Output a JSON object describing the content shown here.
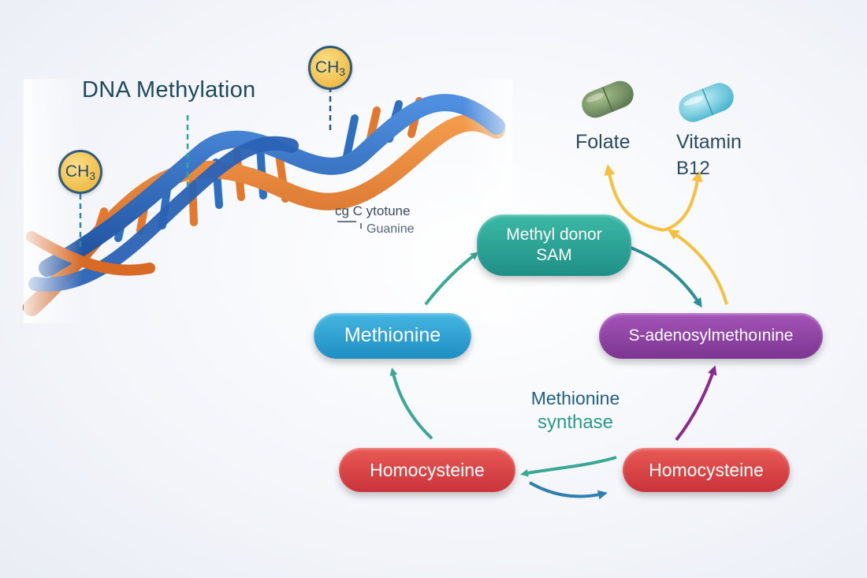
{
  "title": "DNA Methylation",
  "ch3": {
    "base": "CH",
    "sub": "3"
  },
  "dna_legend": {
    "line1": "cg C ytotune",
    "line2": "Guanine"
  },
  "nodes": {
    "sam_line1": "Methyl donor",
    "sam_line2": "SAM",
    "methionine": "Methionine",
    "s_adenosyl": "S-adenosylmethoınine",
    "homocysteine_left": "Homocysteine",
    "homocysteine_right": "Homocysteine"
  },
  "enzyme": {
    "line1": "Methionine",
    "line2": "synthase"
  },
  "vitamins": {
    "folate": "Folate",
    "vitamin_line1": "Vitamin",
    "vitamin_line2": "B12"
  },
  "colors": {
    "cycle_arrow": "#3aa893",
    "sam_to_sadm": "#2c8f93",
    "sadm_arrow": "#8a2a90",
    "exchange_top": "#3aa893",
    "exchange_bottom": "#2f7fae",
    "cofactor_arrow": "#f4c03e",
    "dna_blue": "#2f6fc0",
    "dna_orange": "#e2772e"
  }
}
